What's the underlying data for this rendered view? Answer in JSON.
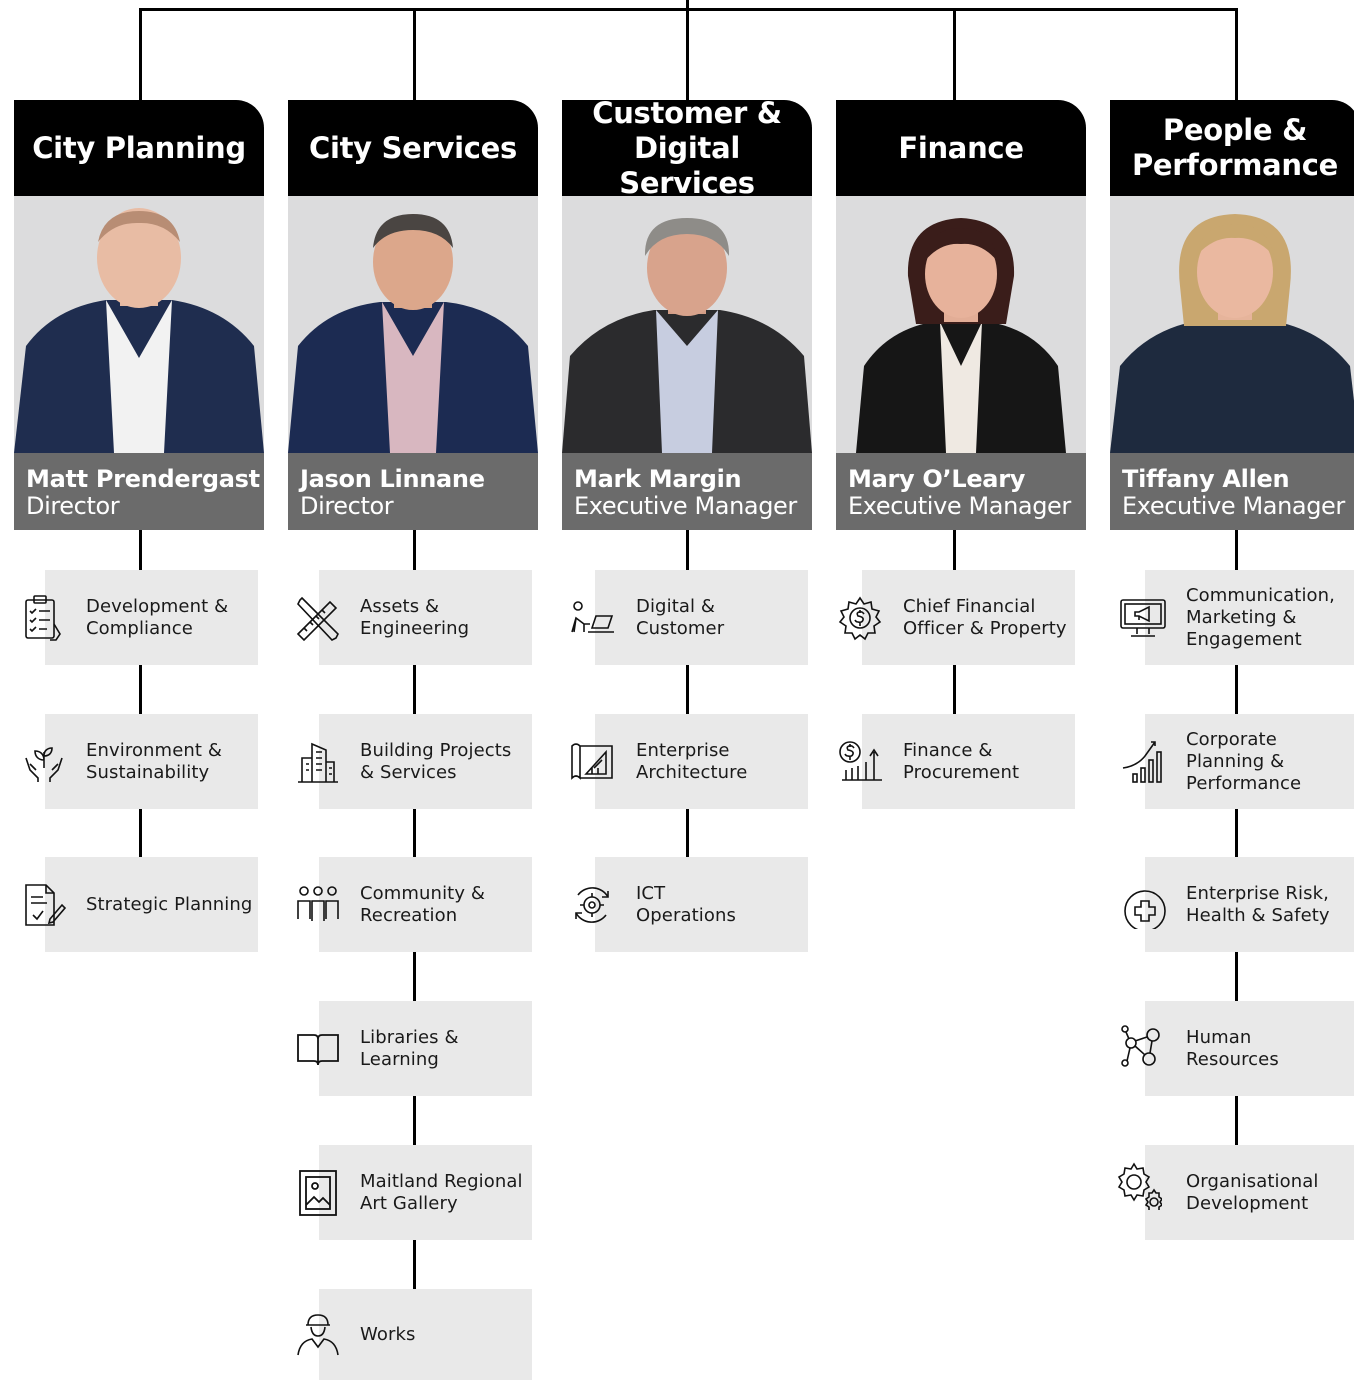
{
  "departments": [
    {
      "title": "City Planning",
      "name": "Matt Prendergast",
      "role": "Director",
      "units": [
        {
          "label": "Development &\nCompliance",
          "icon": "checklist-icon"
        },
        {
          "label": "Environment &\nSustainability",
          "icon": "hands-plant-icon"
        },
        {
          "label": "Strategic Planning",
          "icon": "document-pen-icon"
        }
      ]
    },
    {
      "title": "City Services",
      "name": "Jason Linnane",
      "role": "Director",
      "units": [
        {
          "label": "Assets &\nEngineering",
          "icon": "ruler-pencil-icon"
        },
        {
          "label": "Building Projects\n& Services",
          "icon": "buildings-icon"
        },
        {
          "label": "Community &\nRecreation",
          "icon": "people-group-icon"
        },
        {
          "label": "Libraries &\nLearning",
          "icon": "book-icon"
        },
        {
          "label": "Maitland Regional\nArt Gallery",
          "icon": "framed-picture-icon"
        },
        {
          "label": "Works",
          "icon": "hard-hat-worker-icon"
        }
      ]
    },
    {
      "title": "Customer &\nDigital Services",
      "name": "Mark Margin",
      "role": "Executive Manager",
      "units": [
        {
          "label": "Digital &\nCustomer",
          "icon": "person-laptop-icon"
        },
        {
          "label": "Enterprise\nArchitecture",
          "icon": "blueprint-icon"
        },
        {
          "label": "ICT\nOperations",
          "icon": "gear-cycle-icon"
        }
      ]
    },
    {
      "title": "Finance",
      "name": "Mary O’Leary",
      "role": "Executive Manager",
      "units": [
        {
          "label": "Chief Financial\nOfficer & Property",
          "icon": "dollar-gear-icon"
        },
        {
          "label": "Finance &\nProcurement",
          "icon": "dollar-chart-icon"
        }
      ]
    },
    {
      "title": "People &\nPerformance",
      "name": "Tiffany Allen",
      "role": "Executive Manager",
      "units": [
        {
          "label": "Communication,\nMarketing &\nEngagement",
          "icon": "monitor-megaphone-icon"
        },
        {
          "label": "Corporate\nPlanning &\nPerformance",
          "icon": "growth-chart-icon"
        },
        {
          "label": "Enterprise Risk,\nHealth & Safety",
          "icon": "medical-cross-icon"
        },
        {
          "label": "Human\nResources",
          "icon": "people-network-icon"
        },
        {
          "label": "Organisational\nDevelopment",
          "icon": "gears-icon"
        }
      ]
    }
  ]
}
